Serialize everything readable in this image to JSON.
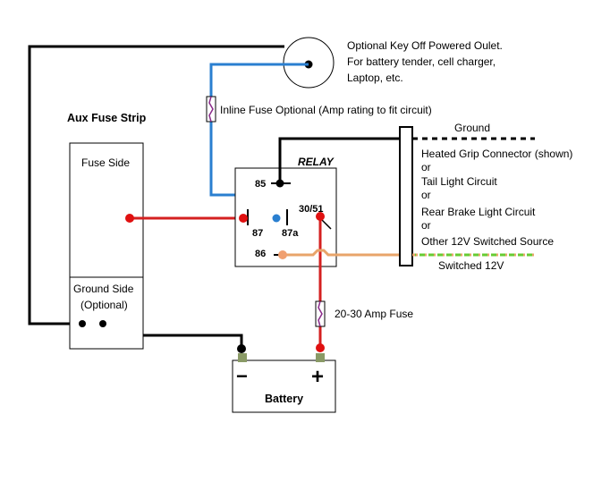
{
  "outlet_label": [
    "Optional Key Off Powered Oulet.",
    "For battery tender, cell charger,",
    "Laptop, etc."
  ],
  "inline_fuse_label": "Inline Fuse Optional (Amp rating to fit circuit)",
  "aux_fuse_strip_title": "Aux Fuse Strip",
  "fuse_side_label": "Fuse Side",
  "ground_side_label": [
    "Ground Side",
    "(Optional)"
  ],
  "relay": {
    "title": "RELAY",
    "pins": {
      "p85": "85",
      "p87": "87",
      "p87a": "87a",
      "p30": "30/51",
      "p86": "86"
    }
  },
  "ground_label": "Ground",
  "connector_label": [
    "Heated Grip Connector (shown)",
    "or",
    "Tail Light Circuit",
    "or",
    "Rear Brake Light Circuit",
    "or",
    "Other 12V Switched Source"
  ],
  "switched_label": "Switched 12V",
  "main_fuse_label": "20-30 Amp Fuse",
  "battery": {
    "label": "Battery",
    "neg_symbol": "−",
    "pos_symbol": "+"
  },
  "colors": {
    "red_wire": "#d42020",
    "blue_wire": "#2a7fd0",
    "black_wire": "#000000",
    "orange_wire": "#e8a46a",
    "green_dash": "#66cc33",
    "fuse_purple": "#8a2a8a",
    "terminal_green": "#8a9a66",
    "dot_red": "#e01010",
    "dot_blue": "#2a7fd0",
    "dot_orange": "#f0a070"
  }
}
